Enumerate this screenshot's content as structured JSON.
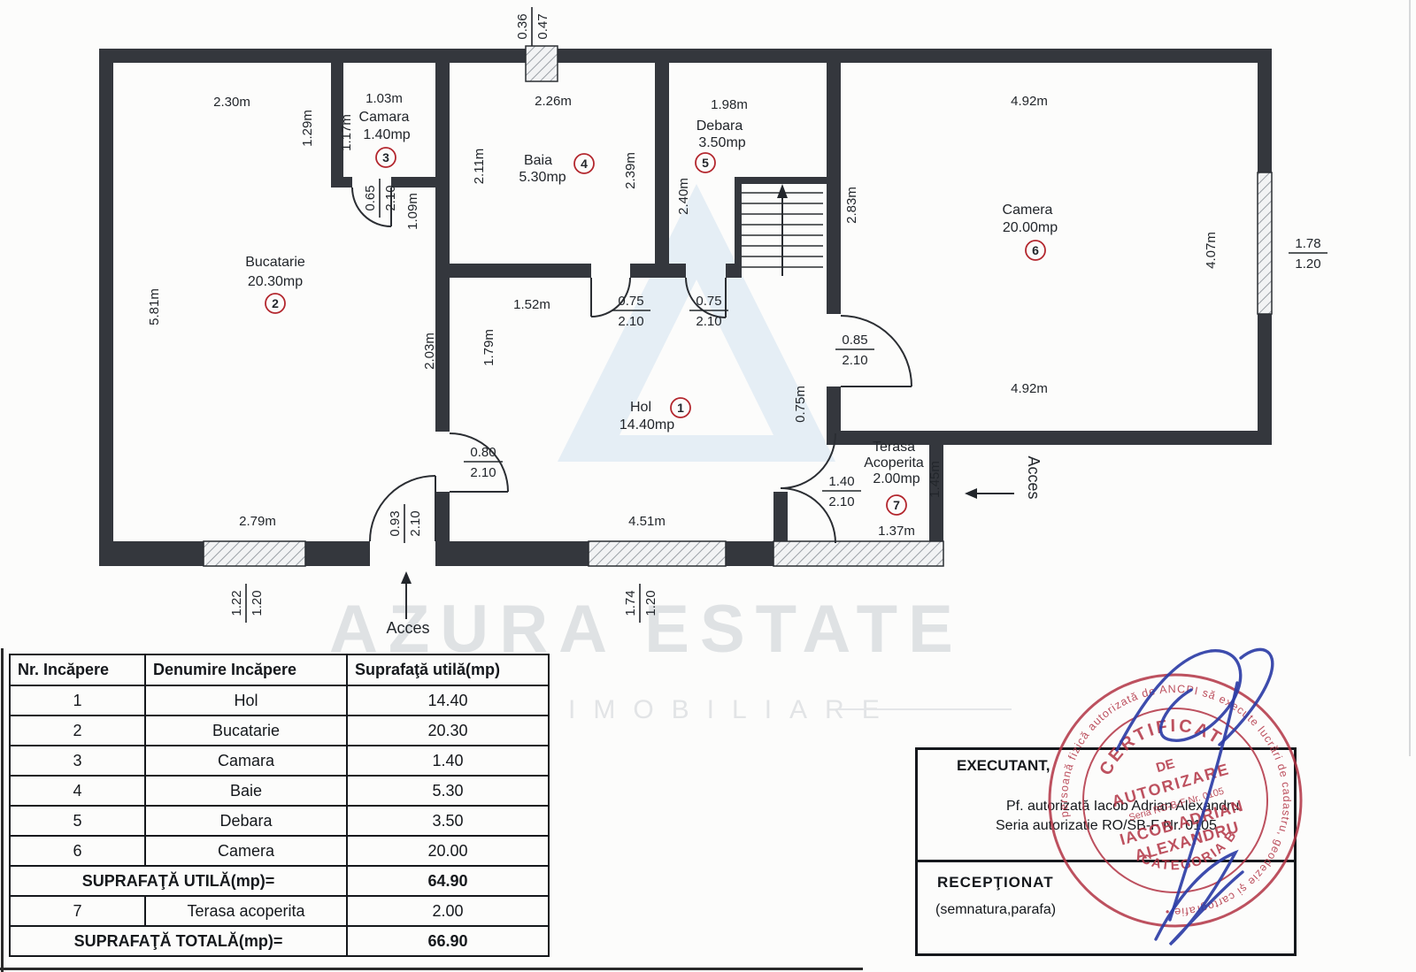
{
  "watermark": {
    "title": "AZURA ESTATE",
    "subtitle": "IMOBILIARE"
  },
  "plan": {
    "rooms": {
      "hol": {
        "name": "Hol",
        "area": "14.40mp",
        "num": "1"
      },
      "bucatarie": {
        "name": "Bucatarie",
        "area": "20.30mp",
        "num": "2"
      },
      "camara": {
        "name": "Camara",
        "area": "1.40mp",
        "num": "3"
      },
      "baia": {
        "name": "Baia",
        "area": "5.30mp",
        "num": "4"
      },
      "debara": {
        "name": "Debara",
        "area": "3.50mp",
        "num": "5"
      },
      "camera": {
        "name": "Camera",
        "area": "20.00mp",
        "num": "6"
      },
      "terasa": {
        "name": "Terasa",
        "name2": "Acoperita",
        "area": "2.00mp",
        "num": "7"
      }
    },
    "dims": {
      "chimney_w": "0.36",
      "chimney_h": "0.47",
      "buc_top": "2.30m",
      "buc_left": "5.81m",
      "buc_right": "2.03m",
      "buc_bottom": "2.79m",
      "camara_top": "1.03m",
      "camara_side_a": "1.29m",
      "camara_side_b": "1.17m",
      "camara_pass": "1.09m",
      "camara_door_w": "0.65",
      "camara_door_h": "2.10",
      "baia_left": "2.11m",
      "baia_top": "2.26m",
      "baia_right": "2.39m",
      "baia_door_w": "0.75",
      "baia_door_h": "2.10",
      "debara_top": "1.98m",
      "debara_left": "2.40m",
      "debara_door_w": "0.75",
      "debara_door_h": "2.10",
      "stairs_side": "2.83m",
      "camera_top": "4.92m",
      "camera_bottom": "4.92m",
      "camera_right": "4.07m",
      "camera_door_w": "0.85",
      "camera_door_h": "2.10",
      "window_right_w": "1.78",
      "window_right_h": "1.20",
      "corridor": "0.75m",
      "hol_top": "1.52m",
      "hol_left": "1.79m",
      "hol_bottom": "4.51m",
      "buc_door_w": "0.80",
      "buc_door_h": "2.10",
      "terasa_door_w": "1.40",
      "terasa_door_h": "2.10",
      "terasa_right": "1.45m",
      "terasa_bottom": "1.37m",
      "entry_door_w": "0.93",
      "entry_door_h": "2.10",
      "window_left_w": "1.22",
      "window_left_h": "1.20",
      "window_mid_w": "1.74",
      "window_mid_h": "1.20",
      "acces": "Acces"
    }
  },
  "table": {
    "headers": [
      "Nr. Incăpere",
      "Denumire Incăpere",
      "Suprafaţă utilă(mp)"
    ],
    "rows": [
      {
        "nr": "1",
        "name": "Hol",
        "area": "14.40"
      },
      {
        "nr": "2",
        "name": "Bucatarie",
        "area": "20.30"
      },
      {
        "nr": "3",
        "name": "Camara",
        "area": "1.40"
      },
      {
        "nr": "4",
        "name": "Baie",
        "area": "5.30"
      },
      {
        "nr": "5",
        "name": "Debara",
        "area": "3.50"
      },
      {
        "nr": "6",
        "name": "Camera",
        "area": "20.00"
      }
    ],
    "subtotal_label": "SUPRAFAŢĂ UTILĂ(mp)=",
    "subtotal_value": "64.90",
    "extra_row": {
      "nr": "7",
      "name": "Terasa acoperita",
      "area": "2.00"
    },
    "total_label": "SUPRAFAŢĂ TOTALĂ(mp)=",
    "total_value": "66.90"
  },
  "executant": {
    "title": "EXECUTANT,",
    "line1": "Pf. autorizată  Iacob Adrian Alexandru",
    "line2": "Seria autorizatie RO/SB-F  Nr. 0105",
    "receptionat": "RECEPŢIONAT",
    "semnatura": "(semnatura,parafa)"
  },
  "stamp": {
    "ring": "persoană fizică autorizată de ANCPI să execute lucrări de cadastru, geodezie şi cartografie •",
    "l1": "CERTIFICAT",
    "l2": "DE",
    "l3": "AUTORIZARE",
    "l4": "Seria RO-B-F Nr. 0105",
    "name1": "IACOB ADRIAN",
    "name2": "ALEXANDRU",
    "l5": "CATEGORIA B"
  }
}
